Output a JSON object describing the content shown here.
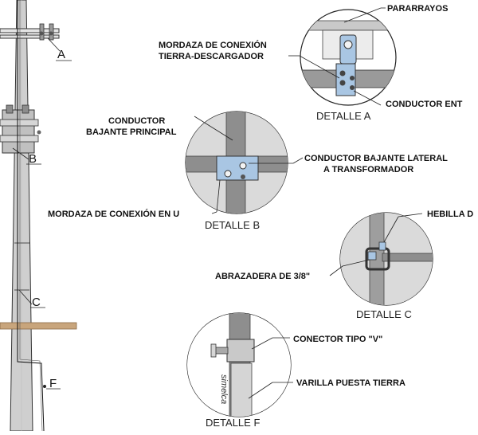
{
  "pole_markers": {
    "a": "A",
    "b": "B",
    "c": "C",
    "f": "F"
  },
  "detail_a": {
    "title": "DETALLE A",
    "label_pararrayos": "PARARRAYOS",
    "label_mordaza_1": "MORDAZA DE CONEXIÓN",
    "label_mordaza_2": "TIERRA-DESCARGADOR",
    "label_conductor": "CONDUCTOR ENT"
  },
  "detail_b": {
    "title": "DETALLE B",
    "label_principal_1": "CONDUCTOR",
    "label_principal_2": "BAJANTE PRINCIPAL",
    "label_lateral_1": "CONDUCTOR BAJANTE LATERAL",
    "label_lateral_2": "A TRANSFORMADOR",
    "label_mordaza_u": "MORDAZA DE CONEXIÓN EN U"
  },
  "detail_c": {
    "title": "DETALLE C",
    "label_hebilla": "HEBILLA D",
    "label_abrazadera": "ABRAZADERA DE 3/8\""
  },
  "detail_f": {
    "title": "DETALLE F",
    "label_conector": "CONECTOR TIPO \"V\"",
    "label_varilla": "VARILLA PUESTA TIERRA",
    "brand_mark": "simelca"
  },
  "colors": {
    "pole_fill": "#c9c9c9",
    "circle_bg": "#dadada",
    "conductor": "#8e8e8e",
    "clamp": "#a9c6e3",
    "ground": "#c8a57c"
  }
}
